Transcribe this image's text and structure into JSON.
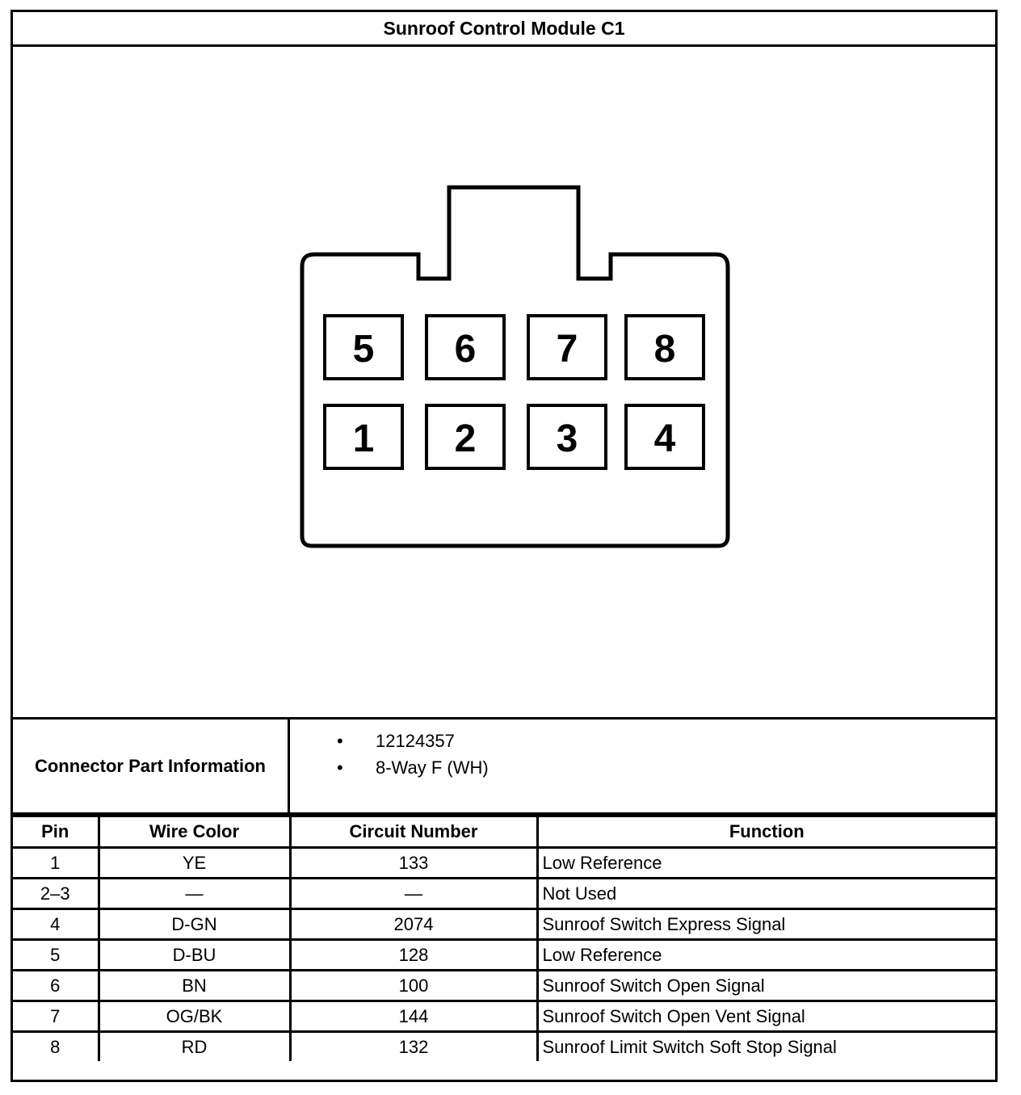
{
  "title": "Sunroof Control Module C1",
  "connector": {
    "cavities_top": [
      "5",
      "6",
      "7",
      "8"
    ],
    "cavities_bottom": [
      "1",
      "2",
      "3",
      "4"
    ]
  },
  "part_info": {
    "label": "Connector Part Information",
    "items": [
      "12124357",
      "8-Way F (WH)"
    ],
    "bullet": "•"
  },
  "table": {
    "headers": [
      "Pin",
      "Wire Color",
      "Circuit Number",
      "Function"
    ],
    "rows": [
      {
        "pin": "1",
        "wire_color": "YE",
        "circuit": "133",
        "function": "Low Reference"
      },
      {
        "pin": "2–3",
        "wire_color": "—",
        "circuit": "—",
        "function": "Not Used"
      },
      {
        "pin": "4",
        "wire_color": "D-GN",
        "circuit": "2074",
        "function": "Sunroof Switch Express Signal"
      },
      {
        "pin": "5",
        "wire_color": "D-BU",
        "circuit": "128",
        "function": "Low Reference"
      },
      {
        "pin": "6",
        "wire_color": "BN",
        "circuit": "100",
        "function": "Sunroof Switch Open Signal"
      },
      {
        "pin": "7",
        "wire_color": "OG/BK",
        "circuit": "144",
        "function": "Sunroof Switch Open Vent Signal"
      },
      {
        "pin": "8",
        "wire_color": "RD",
        "circuit": "132",
        "function": "Sunroof Limit Switch Soft Stop Signal"
      }
    ]
  }
}
